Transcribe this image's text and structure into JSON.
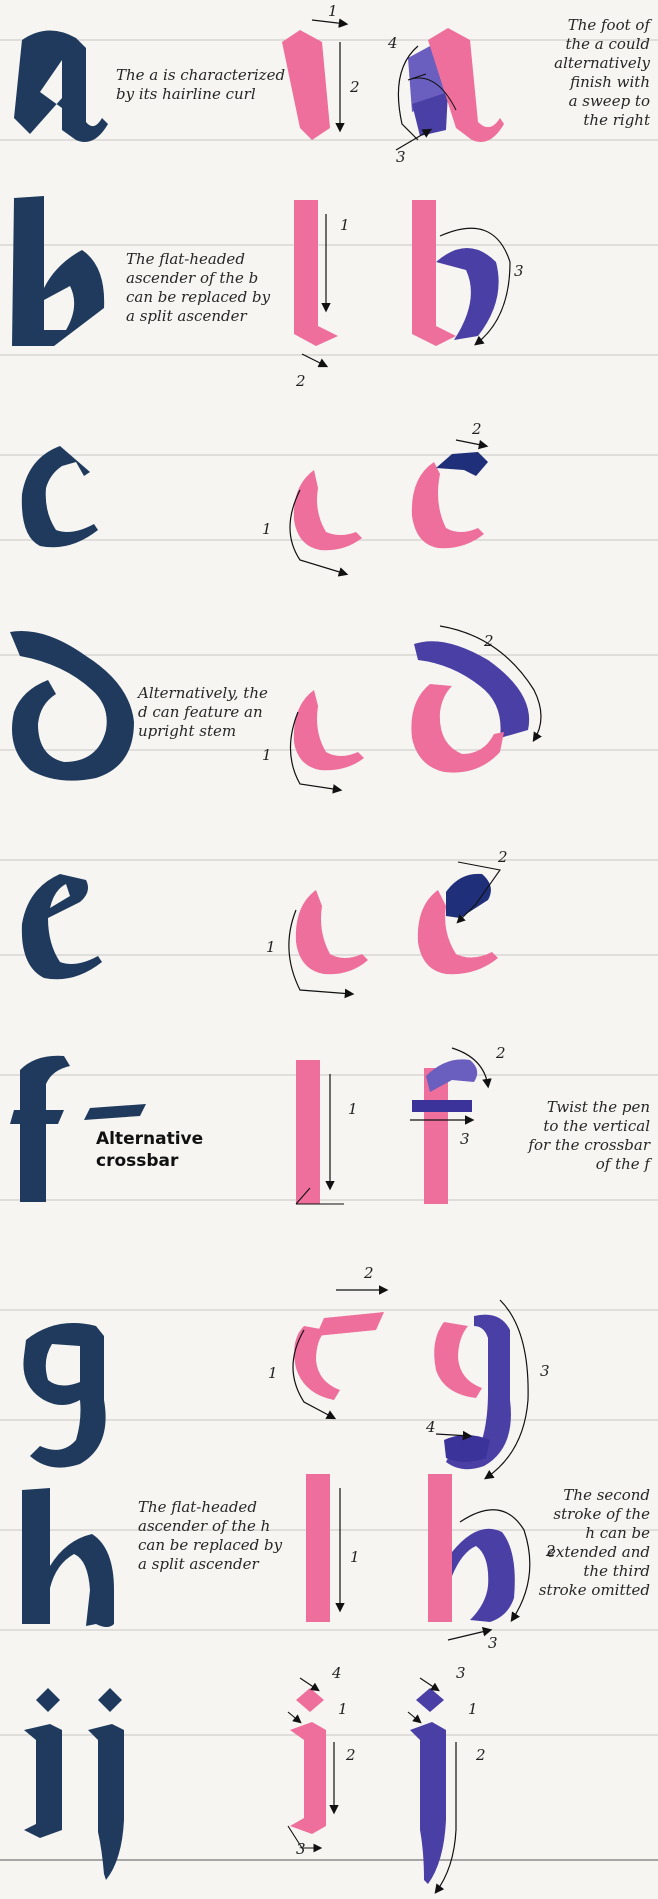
{
  "colors": {
    "ink": "#1f3a5c",
    "pink": "#ee6f9c",
    "blue": "#4a3fa5",
    "rule": "#c8c6c2",
    "paper": "#f6f5f2"
  },
  "rows": [
    {
      "letter": "a",
      "note": "The a is characterized\nby its hairline curl",
      "side_note": "The foot of\nthe a could\nalternatively\nfinish with\na sweep to\nthe right",
      "strokes": [
        "1",
        "2",
        "4",
        "3"
      ]
    },
    {
      "letter": "b",
      "note": "The flat-headed\nascender of the b\ncan be replaced by\na split ascender",
      "strokes": [
        "1",
        "2",
        "3"
      ]
    },
    {
      "letter": "c",
      "strokes": [
        "1",
        "2"
      ]
    },
    {
      "letter": "d",
      "note": "Alternatively, the\nd can feature an\nupright stem",
      "strokes": [
        "1",
        "2"
      ]
    },
    {
      "letter": "e",
      "strokes": [
        "1",
        "2"
      ]
    },
    {
      "letter": "f",
      "note": "Alternative\ncrossbar",
      "side_note": "Twist the pen\nto the vertical\nfor the crossbar\nof the f",
      "strokes": [
        "1",
        "2",
        "3"
      ]
    },
    {
      "letter": "g",
      "strokes": [
        "2",
        "1",
        "3",
        "4"
      ]
    },
    {
      "letter": "h",
      "note": "The flat-headed\nascender of the h\ncan be replaced by\na split ascender",
      "side_note": "The second\nstroke of the\nh can be\nextended and\nthe third\nstroke omitted",
      "strokes": [
        "1",
        "2",
        "3"
      ]
    },
    {
      "letter": "ij",
      "strokes": [
        "4",
        "1",
        "2",
        "3",
        "3",
        "1",
        "2"
      ]
    }
  ]
}
